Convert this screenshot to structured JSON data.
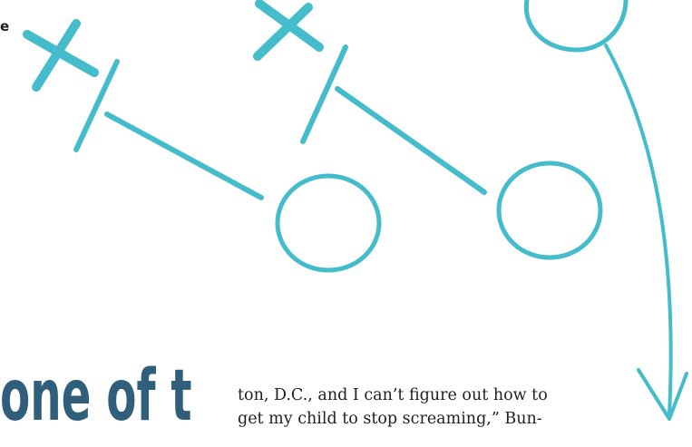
{
  "page": {
    "fragment_text": "e",
    "headline": "one of the",
    "body_lines": [
      "ton, D.C., and I can’t figure out how to",
      "get my child to stop screaming,” Bun-"
    ]
  },
  "colors": {
    "play_diagram": "#45bccb",
    "headline": "#2f5f7a",
    "text": "#1f1f1f"
  },
  "illustration": {
    "type": "football-play-diagram",
    "marks": [
      "x-mark",
      "x-mark",
      "o-mark",
      "o-mark",
      "o-mark",
      "curved-route-arrow"
    ]
  }
}
